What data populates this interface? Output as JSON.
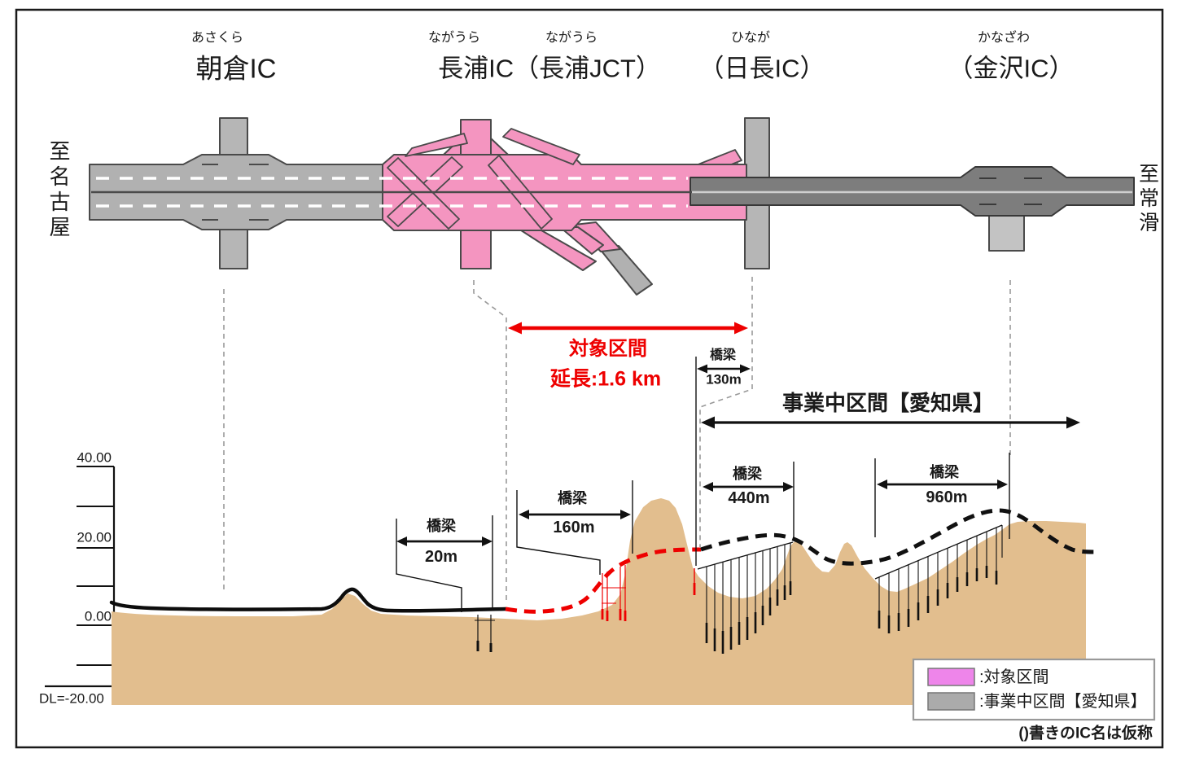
{
  "diagram": {
    "ic_labels": [
      {
        "furigana": "あさくら",
        "name": "朝倉IC"
      },
      {
        "furigana_ic": "ながうら",
        "furigana_jct": "ながうら",
        "name": "長浦IC（長浦JCT）"
      },
      {
        "furigana": "ひなが",
        "name": "（日長IC）"
      },
      {
        "furigana": "かなざわ",
        "name": "（金沢IC）"
      }
    ],
    "direction_left": "至名古屋",
    "direction_right": "至常滑",
    "target_section": {
      "title": "対象区間",
      "length": "延長:1.6 km"
    },
    "business_section": "事業中区間【愛知県】",
    "bridges": [
      {
        "label": "橋梁",
        "length": "20m"
      },
      {
        "label": "橋梁",
        "length": "160m"
      },
      {
        "label": "橋梁",
        "length": "130m"
      },
      {
        "label": "橋梁",
        "length": "440m"
      },
      {
        "label": "橋梁",
        "length": "960m"
      }
    ],
    "axis": {
      "t40": "40.00",
      "t20": "20.00",
      "t0": "0.00",
      "datum": "DL=-20.00"
    },
    "legend": [
      {
        "label": ":対象区間",
        "color": "#ee85ea"
      },
      {
        "label": ":事業中区間【愛知県】",
        "color": "#ababab"
      }
    ],
    "note": "()書きのIC名は仮称",
    "colors": {
      "target_pink": "#f495c0",
      "business_gray": "#7d7d7d",
      "road_gray": "#b1b1b1",
      "terrain": "#e2be8e",
      "highlight_red": "#ee0000"
    }
  }
}
